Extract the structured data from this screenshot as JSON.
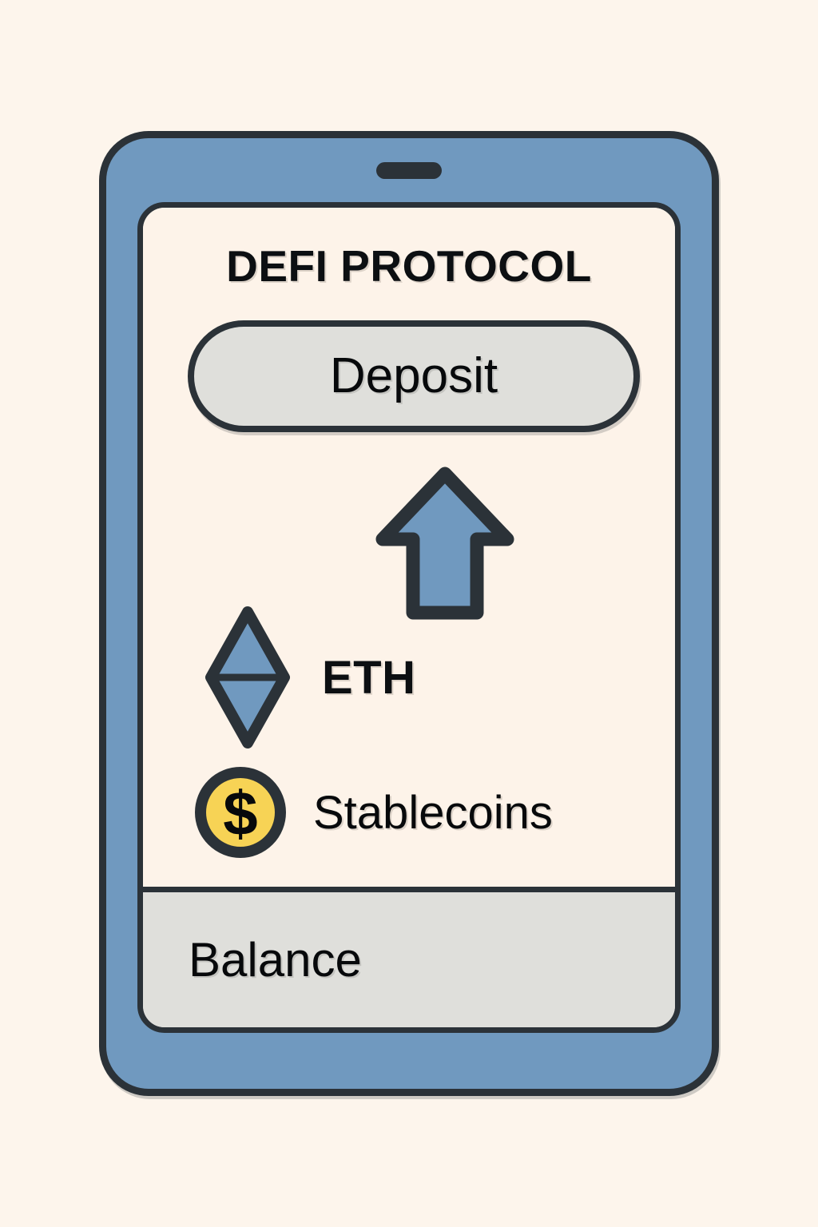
{
  "page": {
    "background_color": "#fdf5ec"
  },
  "device": {
    "name": "smartphone-mockup",
    "frame_color": "#7099bf",
    "outline_color": "#2b3238",
    "screen_background": "#fdf3e9",
    "speaker_name": "speaker-grille"
  },
  "screen": {
    "title": "DEFI PROTOCOL",
    "primary_action": {
      "label": "Deposit",
      "fill_color": "#dfdfdb",
      "border_color": "#2b3238"
    },
    "arrow": {
      "icon": "arrow-up-icon",
      "fill_color": "#7099bf",
      "outline_color": "#2b3238"
    },
    "assets": [
      {
        "icon": "ethereum-diamond-icon",
        "label": "ETH",
        "icon_fill": "#7099bf",
        "icon_outline": "#2b3238"
      },
      {
        "icon": "dollar-coin-icon",
        "label": "Stablecoins",
        "icon_fill": "#f7d355",
        "icon_outline": "#2b3238",
        "icon_glyph": "$"
      }
    ],
    "footer": {
      "label": "Balance",
      "fill_color": "#dfdfdb",
      "divider_color": "#2b3238"
    }
  }
}
